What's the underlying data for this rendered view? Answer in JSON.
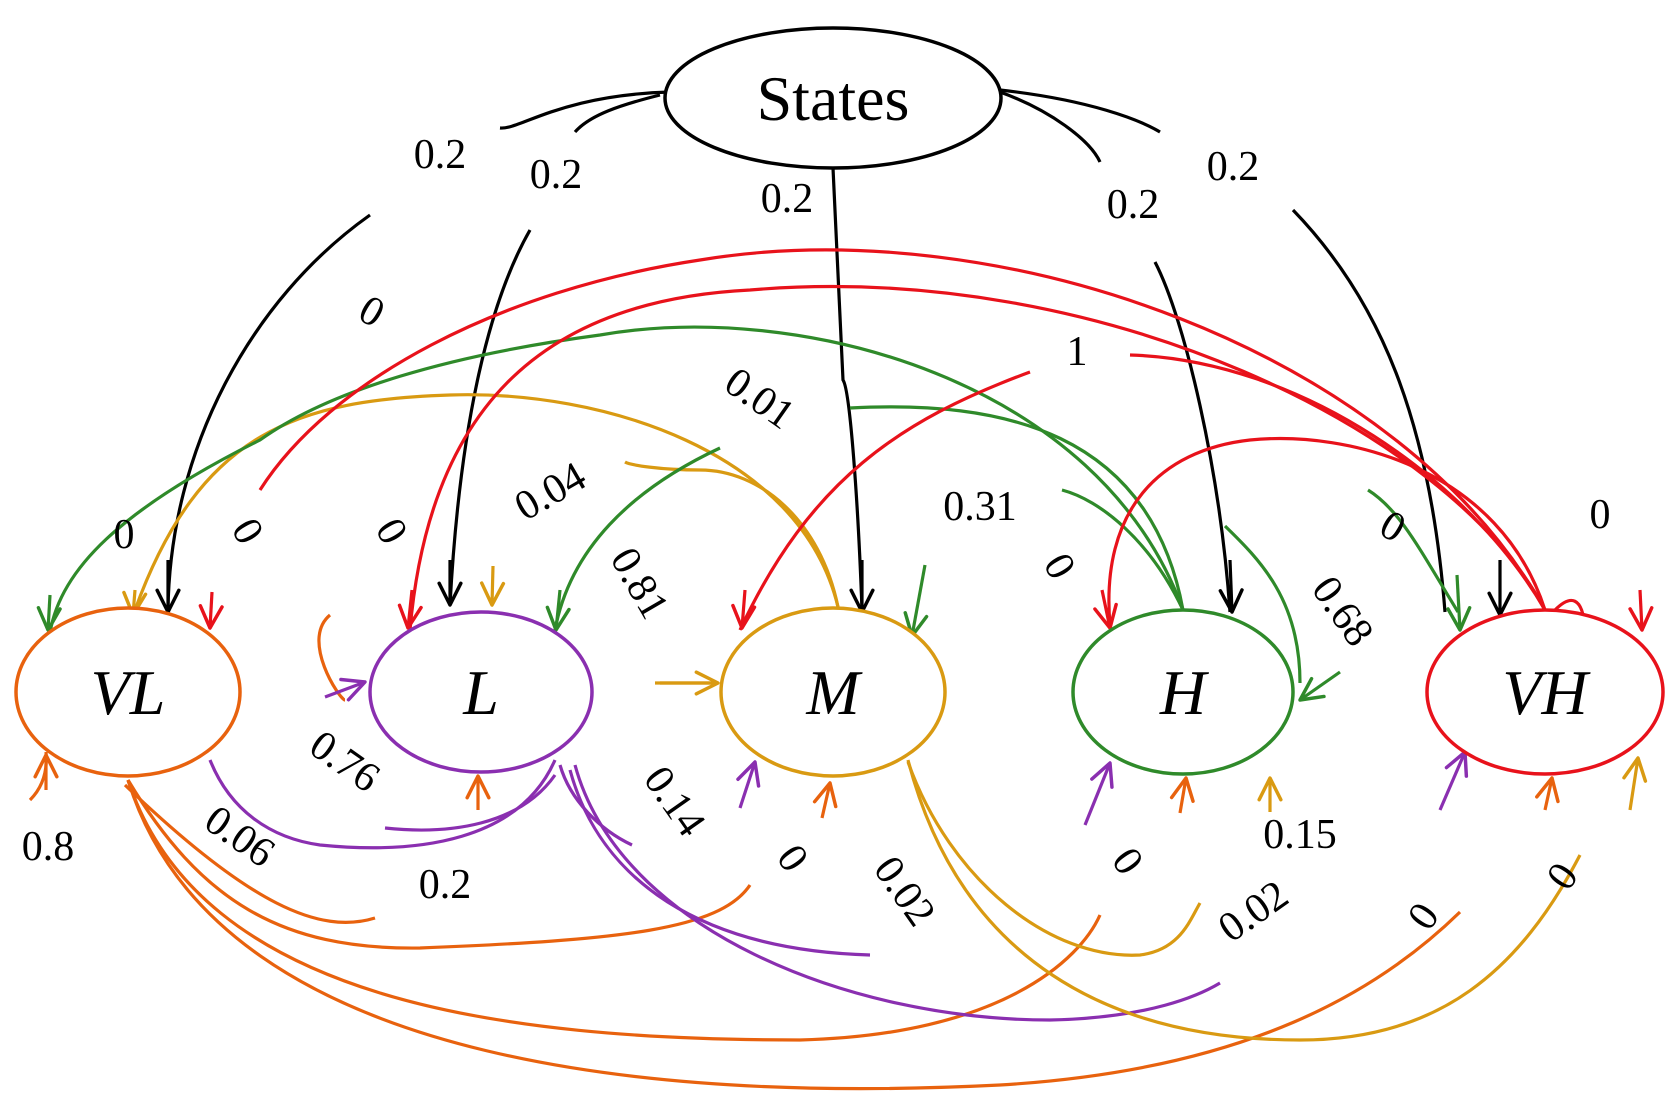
{
  "colors": {
    "root": "#000000",
    "VL": "#e8620e",
    "L": "#8a2fb0",
    "M": "#d99a12",
    "H": "#2f8a2a",
    "VH": "#e8121b"
  },
  "root": {
    "id": "States",
    "label": "States"
  },
  "nodes": [
    {
      "id": "VL",
      "label": "VL"
    },
    {
      "id": "L",
      "label": "L"
    },
    {
      "id": "M",
      "label": "M"
    },
    {
      "id": "H",
      "label": "H"
    },
    {
      "id": "VH",
      "label": "VH"
    }
  ],
  "initial_edges": [
    {
      "to": "VL",
      "label": "0.2"
    },
    {
      "to": "L",
      "label": "0.2"
    },
    {
      "to": "M",
      "label": "0.2"
    },
    {
      "to": "H",
      "label": "0.2"
    },
    {
      "to": "VH",
      "label": "0.2"
    }
  ],
  "transitions": {
    "VL": [
      {
        "to": "VL",
        "label": "0.8"
      },
      {
        "to": "L",
        "label": "0.2"
      },
      {
        "to": "M",
        "label": "0"
      },
      {
        "to": "H",
        "label": "0"
      },
      {
        "to": "VH",
        "label": "0"
      }
    ],
    "L": [
      {
        "to": "VL",
        "label": "0.06"
      },
      {
        "to": "L",
        "label": "0.76"
      },
      {
        "to": "M",
        "label": "0.14"
      },
      {
        "to": "H",
        "label": "0.02"
      },
      {
        "to": "VH",
        "label": "0.02"
      }
    ],
    "M": [
      {
        "to": "VL",
        "label": "0"
      },
      {
        "to": "L",
        "label": "0.04"
      },
      {
        "to": "M",
        "label": "0.81"
      },
      {
        "to": "H",
        "label": "0.15"
      },
      {
        "to": "VH",
        "label": "0"
      }
    ],
    "H": [
      {
        "to": "VL",
        "label": "0"
      },
      {
        "to": "L",
        "label": "0.01"
      },
      {
        "to": "M",
        "label": "0.31"
      },
      {
        "to": "H",
        "label": "0.68"
      },
      {
        "to": "VH",
        "label": "0"
      }
    ],
    "VH": [
      {
        "to": "VL",
        "label": "0"
      },
      {
        "to": "L",
        "label": "0"
      },
      {
        "to": "M",
        "label": "1"
      },
      {
        "to": "H",
        "label": "0"
      },
      {
        "to": "VH",
        "label": "0"
      }
    ]
  }
}
